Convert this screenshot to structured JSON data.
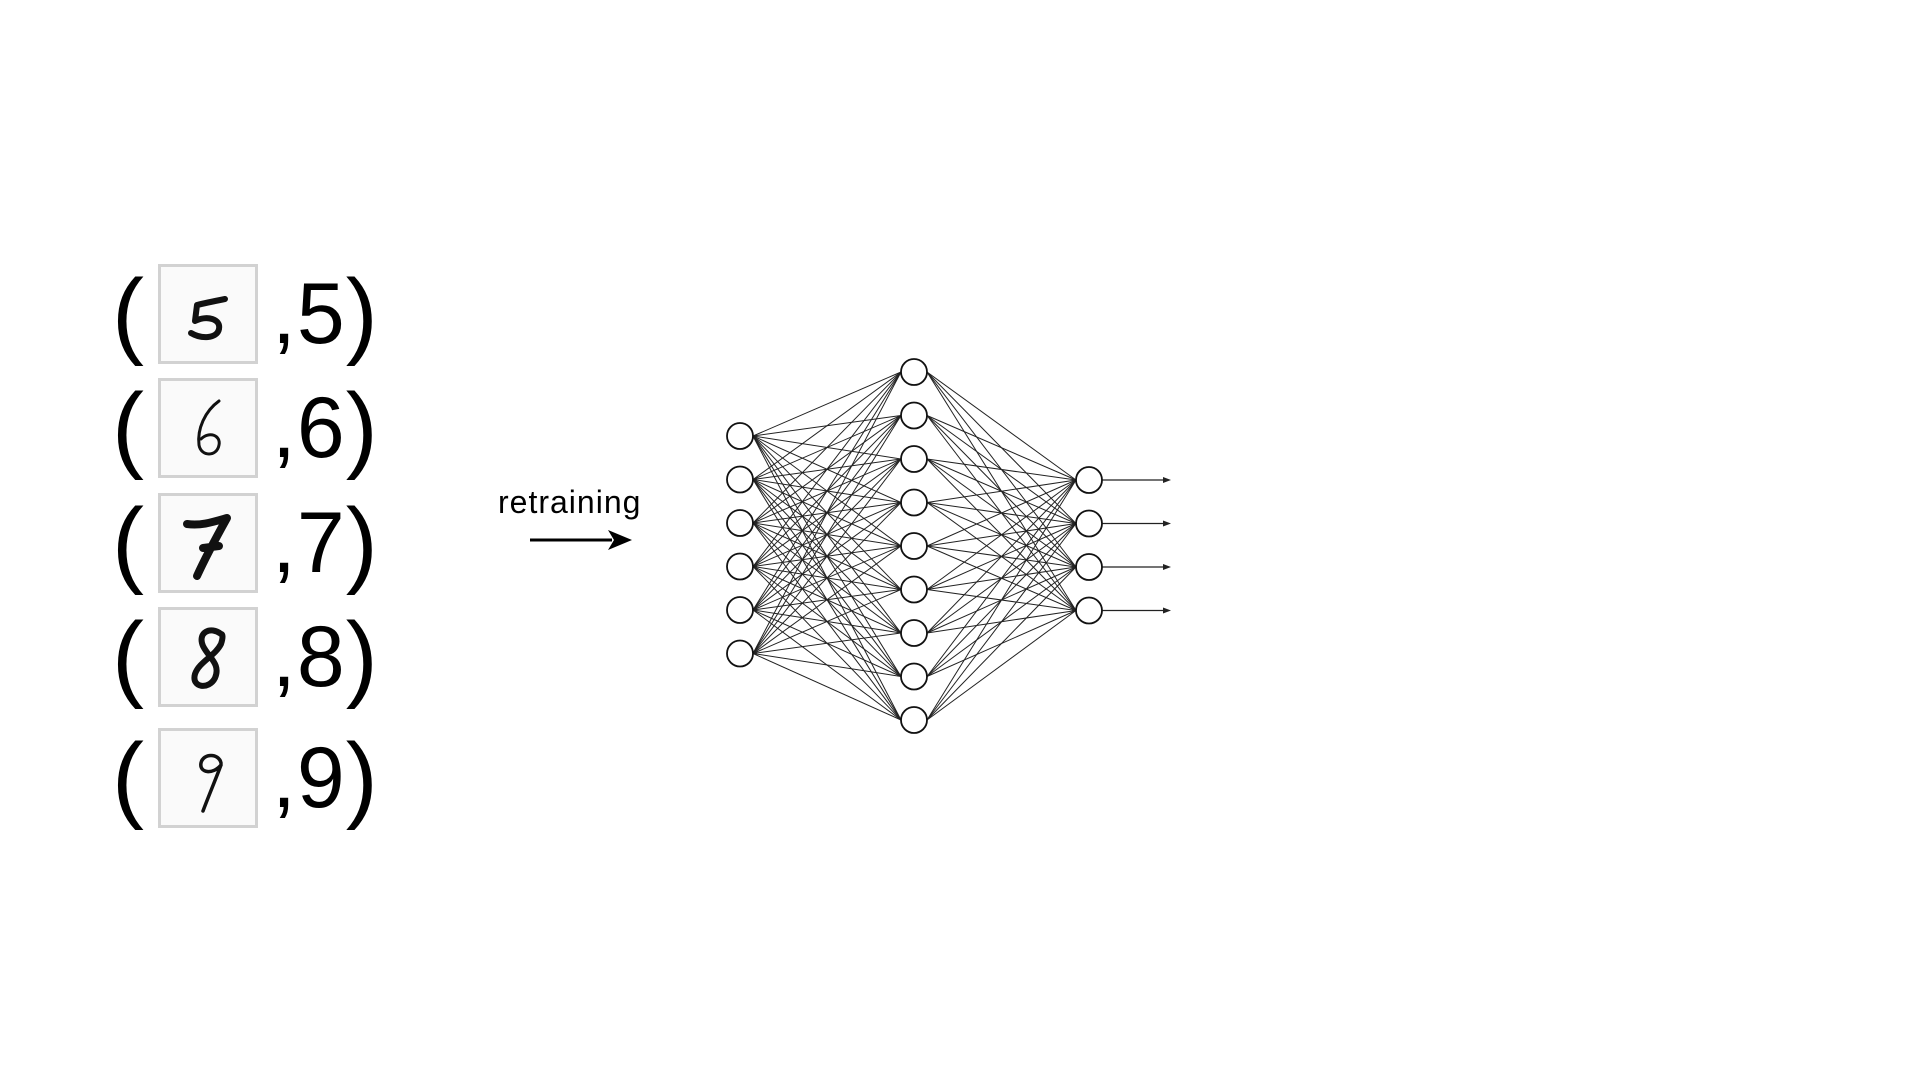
{
  "pairs": [
    {
      "digit": "5",
      "label": "5"
    },
    {
      "digit": "6",
      "label": "6"
    },
    {
      "digit": "7",
      "label": "7"
    },
    {
      "digit": "8",
      "label": "8"
    },
    {
      "digit": "9",
      "label": "9"
    }
  ],
  "punctuation": {
    "open": "(",
    "comma": ",",
    "close": ")"
  },
  "arrow_label": "retraining",
  "network": {
    "layers": [
      6,
      9,
      4
    ],
    "outputs": 4
  }
}
